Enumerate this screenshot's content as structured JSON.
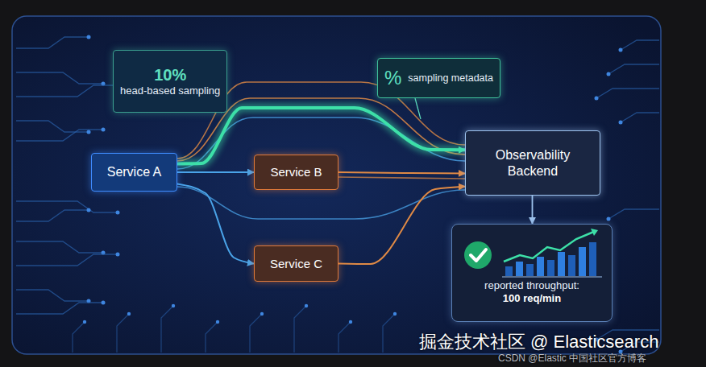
{
  "diagram": {
    "nodes": [
      {
        "text": [
          "10%",
          "head-based sampling"
        ]
      },
      {
        "text": [
          "%",
          "sampling metadata"
        ]
      },
      {
        "text": [
          "Service A"
        ]
      },
      {
        "text": [
          "Service B"
        ]
      },
      {
        "text": [
          "Observability Backend"
        ]
      },
      {
        "text": [
          "Service C"
        ]
      },
      {
        "text": [
          "reported throughput:",
          "100 req/min"
        ]
      }
    ],
    "edges": [
      {
        "from": 2,
        "to": 3,
        "arrow": "to"
      },
      {
        "from": 2,
        "to": 5,
        "arrow": "to"
      },
      {
        "from": 2,
        "to": 4,
        "arrow": "to"
      },
      {
        "from": 3,
        "to": 4,
        "arrow": "to"
      },
      {
        "from": 5,
        "to": 4,
        "arrow": "to"
      },
      {
        "from": 4,
        "to": 6,
        "arrow": "to"
      }
    ],
    "labels": [
      "掘金技术社区 @ Elasticsearch",
      "CSDN @Elastic 中国社区官方博客"
    ]
  }
}
